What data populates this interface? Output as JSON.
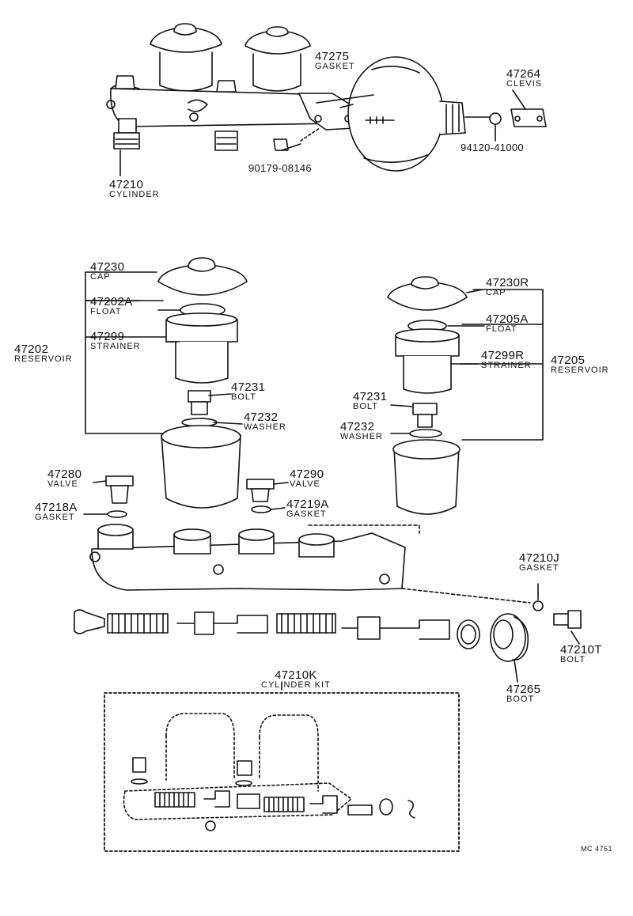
{
  "parts": [
    {
      "id": "p47210",
      "number": "47210",
      "name": "CYLINDER"
    },
    {
      "id": "p47275",
      "number": "47275",
      "name": "GASKET"
    },
    {
      "id": "p47264",
      "number": "47264",
      "name": "CLEVIS"
    },
    {
      "id": "p94120",
      "number": "94120-41000",
      "name": ""
    },
    {
      "id": "p90179",
      "number": "90179-08146",
      "name": ""
    },
    {
      "id": "p47230",
      "number": "47230",
      "name": "CAP"
    },
    {
      "id": "p47202A",
      "number": "47202A",
      "name": "FLOAT"
    },
    {
      "id": "p47299",
      "number": "47299",
      "name": "STRAINER"
    },
    {
      "id": "p47202",
      "number": "47202",
      "name": "RESERVOIR"
    },
    {
      "id": "p47231L",
      "number": "47231",
      "name": "BOLT"
    },
    {
      "id": "p47232L",
      "number": "47232",
      "name": "WASHER"
    },
    {
      "id": "p47230R",
      "number": "47230R",
      "name": "CAP"
    },
    {
      "id": "p47205A",
      "number": "47205A",
      "name": "FLOAT"
    },
    {
      "id": "p47299R",
      "number": "47299R",
      "name": "STRAINER"
    },
    {
      "id": "p47205",
      "number": "47205",
      "name": "RESERVOIR"
    },
    {
      "id": "p47231R",
      "number": "47231",
      "name": "BOLT"
    },
    {
      "id": "p47232R",
      "number": "47232",
      "name": "WASHER"
    },
    {
      "id": "p47280",
      "number": "47280",
      "name": "VALVE"
    },
    {
      "id": "p47218A",
      "number": "47218A",
      "name": "GASKET"
    },
    {
      "id": "p47290",
      "number": "47290",
      "name": "VALVE"
    },
    {
      "id": "p47219A",
      "number": "47219A",
      "name": "GASKET"
    },
    {
      "id": "p47210J",
      "number": "47210J",
      "name": "GASKET"
    },
    {
      "id": "p47210T",
      "number": "47210T",
      "name": "BOLT"
    },
    {
      "id": "p47265",
      "number": "47265",
      "name": "BOOT"
    },
    {
      "id": "p47210K",
      "number": "47210K",
      "name": "CYLINDER KIT"
    }
  ],
  "drawing_code": "MC 4761"
}
